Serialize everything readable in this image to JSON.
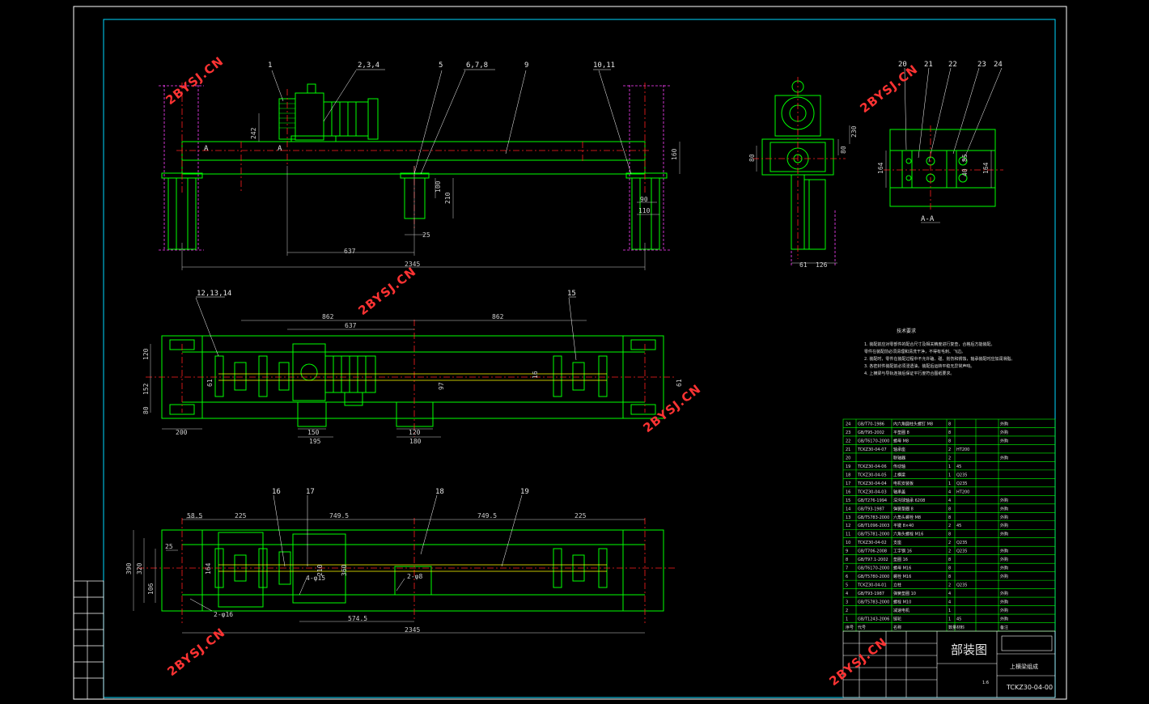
{
  "watermark": "2BYSJ.CN",
  "front_view": {
    "part_labels": [
      "1",
      "2,3,4",
      "5",
      "6,7,8",
      "9",
      "10,11"
    ],
    "section_mark": "A",
    "dims": [
      "242",
      "160",
      "100",
      "210",
      "25",
      "90",
      "110",
      "637",
      "2345"
    ]
  },
  "side_view": {
    "part_labels": [
      "20",
      "21",
      "22",
      "23",
      "24"
    ],
    "dims": [
      "80",
      "80",
      "230",
      "61",
      "126"
    ]
  },
  "section_view": {
    "title": "A-A",
    "dims": [
      "164",
      "164",
      "85",
      "40"
    ]
  },
  "plan_view_1": {
    "part_labels": [
      "12,13,14",
      "15"
    ],
    "dims": [
      "862",
      "637",
      "862",
      "120",
      "152",
      "80",
      "61",
      "61",
      "16",
      "97",
      "200",
      "150",
      "195",
      "120",
      "180"
    ]
  },
  "plan_view_2": {
    "part_labels": [
      "16",
      "17",
      "18",
      "19"
    ],
    "dims": [
      "58.5",
      "225",
      "749.5",
      "749.5",
      "225",
      "25",
      "320",
      "390",
      "164",
      "106",
      "210",
      "360",
      "4-φ15",
      "2-φ8",
      "2-φ16",
      "574.5",
      "2345"
    ]
  },
  "tech_notes": {
    "title": "技术要求",
    "lines": [
      "1. 装配前应对零部件的配合尺寸及相关精度进行复查，合格后方能装配。",
      "   零件在装配前必须清理和清洗干净，不得有毛刺、飞边。",
      "2. 装配时，零件在装配过程中不允许磕、碰、划伤和锈蚀，轴承装配时应加润滑脂。",
      "3. 各密封件装配前必须浸透油，装配后运转平稳无异常声响。",
      "4. 上横梁与导轨连接后保证平行度符合图纸要求。"
    ]
  },
  "parts_table": {
    "rows": [
      [
        "24",
        "GB/T70-1986",
        "内六角圆柱头螺钉 M8",
        "8",
        "",
        "外购"
      ],
      [
        "23",
        "GB/T95-2002",
        "平垫圈 8",
        "8",
        "",
        "外购"
      ],
      [
        "22",
        "GB/T6170-2000",
        "螺母 M8",
        "8",
        "",
        "外购"
      ],
      [
        "21",
        "TCKZ30-04-07",
        "轴承座",
        "2",
        "HT200",
        ""
      ],
      [
        "20",
        "",
        "联轴器",
        "2",
        "",
        "外购"
      ],
      [
        "19",
        "TCKZ30-04-06",
        "传动轴",
        "1",
        "45",
        ""
      ],
      [
        "18",
        "TCKZ30-04-05",
        "上横梁",
        "1",
        "Q235",
        ""
      ],
      [
        "17",
        "TCKZ30-04-04",
        "电机安装板",
        "1",
        "Q235",
        ""
      ],
      [
        "16",
        "TCKZ30-04-03",
        "轴承盖",
        "4",
        "HT200",
        ""
      ],
      [
        "15",
        "GB/T276-1994",
        "深沟球轴承 6208",
        "4",
        "",
        "外购"
      ],
      [
        "14",
        "GB/T93-1987",
        "弹簧垫圈 8",
        "8",
        "",
        "外购"
      ],
      [
        "13",
        "GB/T5783-2000",
        "六角头螺栓 M8",
        "8",
        "",
        "外购"
      ],
      [
        "12",
        "GB/T1096-2003",
        "平键 8×40",
        "2",
        "45",
        "外购"
      ],
      [
        "11",
        "GB/T5781-2000",
        "六角头螺栓 M16",
        "8",
        "",
        "外购"
      ],
      [
        "10",
        "TCKZ30-04-02",
        "支座",
        "2",
        "Q235",
        ""
      ],
      [
        "9",
        "GB/T706-2008",
        "工字钢 16",
        "2",
        "Q235",
        "外购"
      ],
      [
        "8",
        "GB/T97.1-2002",
        "垫圈 16",
        "8",
        "",
        "外购"
      ],
      [
        "7",
        "GB/T6170-2000",
        "螺母 M16",
        "8",
        "",
        "外购"
      ],
      [
        "6",
        "GB/T5780-2000",
        "螺栓 M16",
        "8",
        "",
        "外购"
      ],
      [
        "5",
        "TCKZ30-04-01",
        "立柱",
        "2",
        "Q235",
        ""
      ],
      [
        "4",
        "GB/T93-1987",
        "弹簧垫圈 10",
        "4",
        "",
        "外购"
      ],
      [
        "3",
        "GB/T5783-2000",
        "螺栓 M10",
        "4",
        "",
        "外购"
      ],
      [
        "2",
        "",
        "减速电机",
        "1",
        "",
        "外购"
      ],
      [
        "1",
        "GB/T1243-2006",
        "链轮",
        "1",
        "45",
        "外购"
      ]
    ],
    "header": [
      "序号",
      "代号",
      "名称",
      "数量",
      "材料",
      "备注"
    ]
  },
  "title_block": {
    "drawing_type": "部装图",
    "part_name": "上横梁组成",
    "drawing_number": "TCKZ30-04-00",
    "scale": "1:6"
  },
  "colors": {
    "frame": "#ffffff",
    "green": "#00ff00",
    "cyan": "#00d8ff",
    "centerline": "#ff2020",
    "magenta": "#ff40ff",
    "yellow": "#ffff00",
    "watermark": "#ff3333"
  }
}
